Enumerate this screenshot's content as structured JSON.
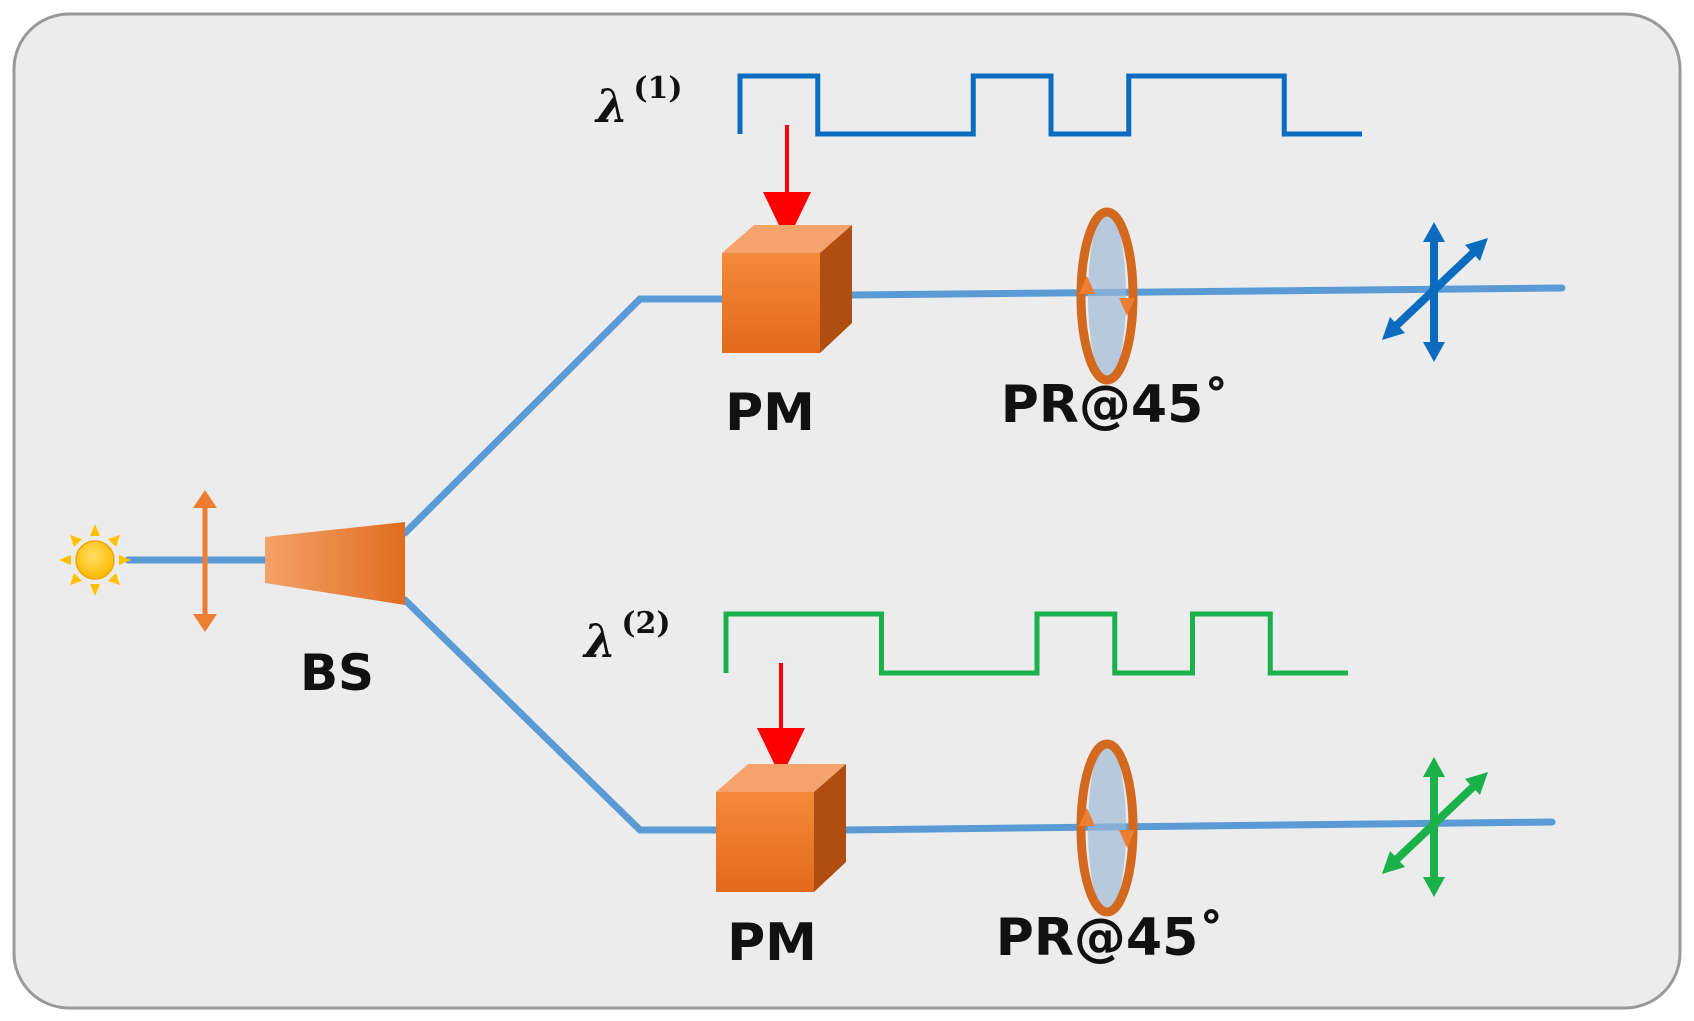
{
  "labels": {
    "beam_splitter": "BS",
    "modulator_top": "PM",
    "modulator_bottom": "PM",
    "rotator_top": "PR@45˚",
    "rotator_bottom": "PR@45˚"
  },
  "signals": [
    {
      "symbol": "λ",
      "superscript": "(1)",
      "color": "#0a6bbf",
      "bits": [
        1,
        0,
        0,
        1,
        0,
        1,
        1,
        0
      ]
    },
    {
      "symbol": "λ",
      "superscript": "(2)",
      "color": "#1ab04a",
      "bits": [
        1,
        1,
        0,
        0,
        1,
        0,
        1,
        0
      ]
    }
  ],
  "colors": {
    "panel_background": "#ececec",
    "panel_border": "#999999",
    "fiber": "#5b9bd5",
    "orange": "#ed7d31",
    "arrow_red": "#ff0000",
    "sun": "#ffc000",
    "polarizer_top": "#0a6bbf",
    "polarizer_bottom": "#1ab04a"
  },
  "icons": {
    "source": "sun-icon",
    "input_polarization": "double-arrow-icon",
    "beam_splitter": "trapezoid-icon",
    "modulator": "cube-icon",
    "rotator": "ring-icon",
    "analyzer": "cross-arrows-icon"
  }
}
